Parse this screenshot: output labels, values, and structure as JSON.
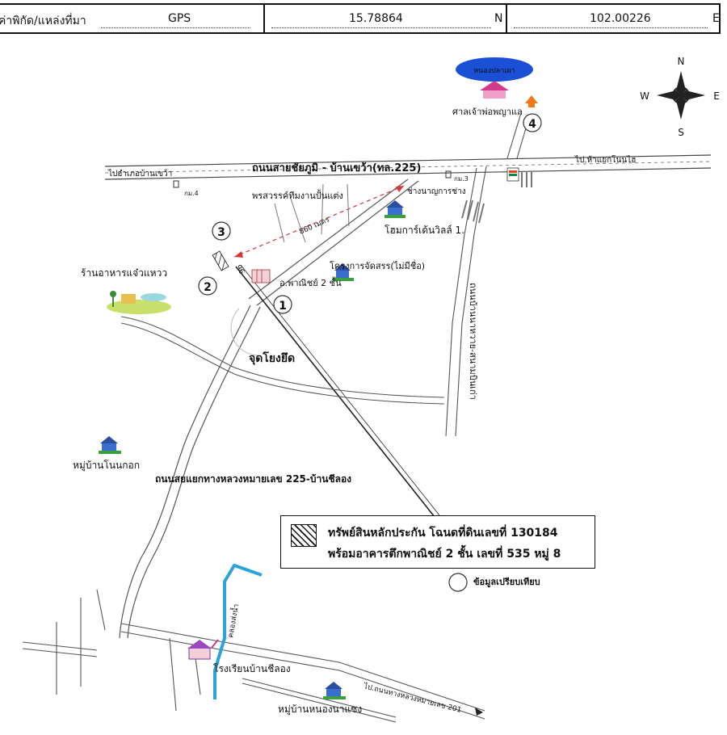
{
  "header": {
    "coord_label": "ค่าพิกัด/แหล่งที่มา",
    "source": "GPS",
    "latitude": "15.78864",
    "lat_dir": "N",
    "longitude": "102.00226",
    "lon_dir": "E"
  },
  "compass": {
    "n": "N",
    "s": "S",
    "e": "E",
    "w": "W"
  },
  "labels": {
    "pond": "หนองปลาเผา",
    "shrine": "ศาลเจ้าพ่อพญาแล",
    "to_ban_khwao_district": "ไปอำเภอบ้านเขว้า",
    "main_road": "ถนนสายชัยภูมิ - บ้านเขว้า(ทล.225)",
    "to_non_tai_junction": "ไป.ห้าแยกโนนไฮ",
    "km3": "กม.3",
    "km4": "กม.4",
    "wedding_shop": "พรสวรรค์ทีมงานปั้นแต่ง",
    "craftsman": "ช่างนาญการช่าง",
    "home_garden_villa": "โฮมการ์เด้นวิลล์ 1.",
    "housing_project": "โครงการจัดสรร(ไม่มีชื่อ)",
    "commercial_building": "อ.พาณิชย์ 2 ชั้น",
    "restaurant": "ร้านอาหารแจ๋วแหวว",
    "distance_860": "860 เมตร",
    "distance_96": "96",
    "reference_point": "จุดโยงยึด",
    "side_road": "ถนนบ้านนาหวาย-สนามบินเก่า",
    "village_non_kok": "หมู่บ้านโนนกอก",
    "branch_road": "ถนนสยแยกทางหลวงหมายเลข 225-บ้านชีลอง",
    "canal": "คลองส่งน้ำ",
    "school": "โรงเรียนบ้านชีลอง",
    "village_nong_na_saeng": "หมู่บ้านหนองนาแซง",
    "to_highway_201": "ไป.ถนนทางหลวงหมายเลข 201"
  },
  "points": [
    "1",
    "2",
    "3",
    "4"
  ],
  "legend": {
    "collateral_line1": "ทรัพย์สินหลักประกัน โฉนดที่ดินเลขที่ 130184",
    "collateral_line2": "พร้อมอาคารตึกพาณิชย์ 2 ชั้น เลขที่ 535 หมู่ 8",
    "comparison": "ข้อมูลเปรียบเทียบ"
  },
  "colors": {
    "road": "#555555",
    "dash": "#d9333a",
    "pond": "#1a4fd6",
    "canal": "#2aa3dc",
    "ref_text": "#d93a52",
    "sign": "#2e8b57"
  }
}
